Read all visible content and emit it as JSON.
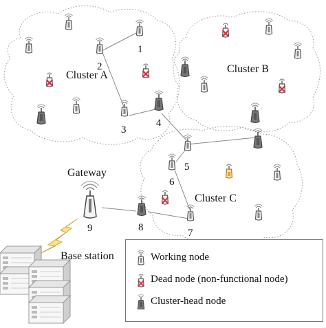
{
  "clusters": {
    "a": {
      "label": "Cluster A"
    },
    "b": {
      "label": "Cluster B"
    },
    "c": {
      "label": "Cluster C"
    }
  },
  "gateway_label": "Gateway",
  "base_station_label": "Base station",
  "node_numbers": [
    "1",
    "2",
    "3",
    "4",
    "5",
    "6",
    "7",
    "8",
    "9"
  ],
  "legend": {
    "working": "Working node",
    "dead": "Dead node (non-functional node)",
    "head": "Cluster-head node"
  },
  "colors": {
    "node_dark": "#555555",
    "node_light": "#aaaaaa",
    "dead_cross": "#cc3344",
    "energy_orange": "#e8a030",
    "link_line": "#888888",
    "lightning": "#ffe28a"
  }
}
